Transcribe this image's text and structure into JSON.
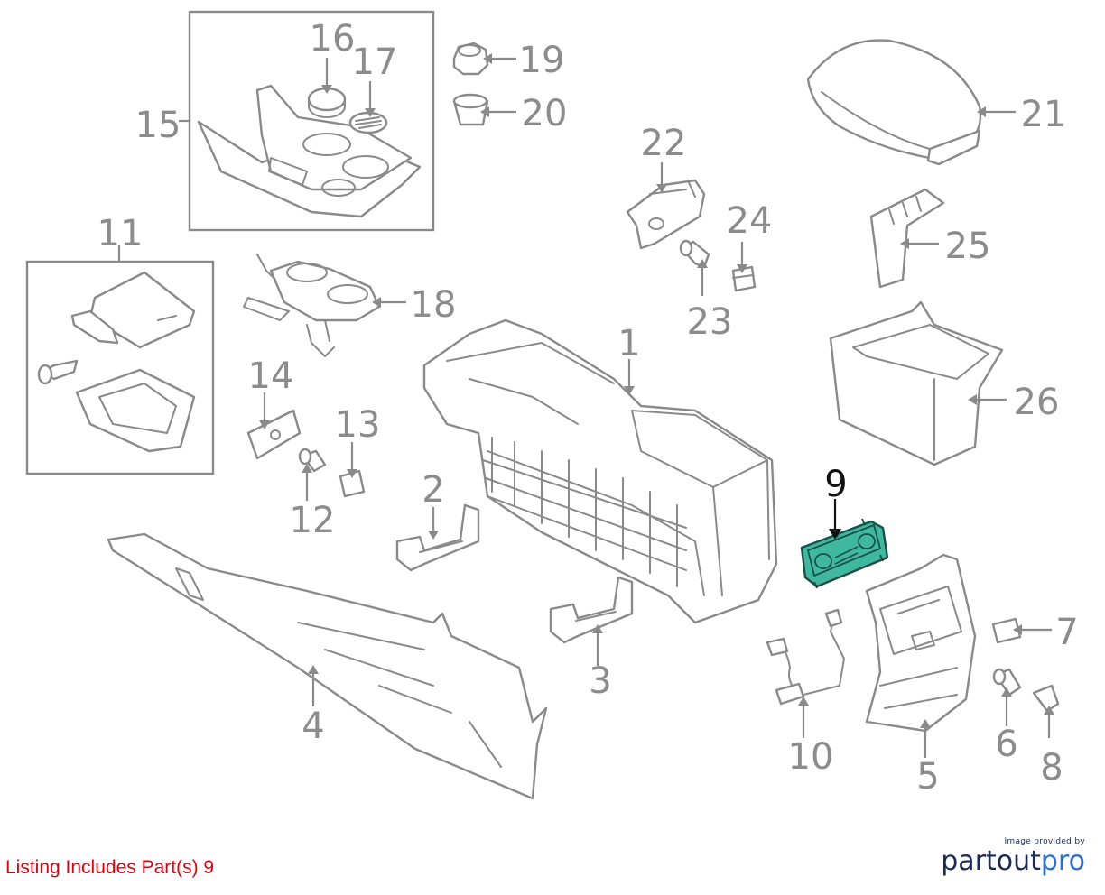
{
  "callouts": [
    {
      "id": "1",
      "text": "1"
    },
    {
      "id": "2",
      "text": "2"
    },
    {
      "id": "3",
      "text": "3"
    },
    {
      "id": "4",
      "text": "4"
    },
    {
      "id": "5",
      "text": "5"
    },
    {
      "id": "6",
      "text": "6"
    },
    {
      "id": "7",
      "text": "7"
    },
    {
      "id": "8",
      "text": "8"
    },
    {
      "id": "9",
      "text": "9",
      "highlighted": true
    },
    {
      "id": "10",
      "text": "10"
    },
    {
      "id": "11",
      "text": "11"
    },
    {
      "id": "12",
      "text": "12"
    },
    {
      "id": "13",
      "text": "13"
    },
    {
      "id": "14",
      "text": "14"
    },
    {
      "id": "15",
      "text": "15"
    },
    {
      "id": "16",
      "text": "16"
    },
    {
      "id": "17",
      "text": "17"
    },
    {
      "id": "18",
      "text": "18"
    },
    {
      "id": "19",
      "text": "19"
    },
    {
      "id": "20",
      "text": "20"
    },
    {
      "id": "21",
      "text": "21"
    },
    {
      "id": "22",
      "text": "22"
    },
    {
      "id": "23",
      "text": "23"
    },
    {
      "id": "24",
      "text": "24"
    },
    {
      "id": "25",
      "text": "25"
    },
    {
      "id": "26",
      "text": "26"
    }
  ],
  "listing_note": "Listing Includes Part(s) 9",
  "logo": {
    "caption": "Image provided by",
    "brand_part1": "partout",
    "brand_part2": "pro"
  },
  "colors": {
    "highlight_fill": "#3fb8a0",
    "line_gray": "#8a8a8a",
    "listing_red": "#e0000f",
    "logo_navy": "#1c2a57",
    "logo_blue": "#2a6fd6"
  }
}
